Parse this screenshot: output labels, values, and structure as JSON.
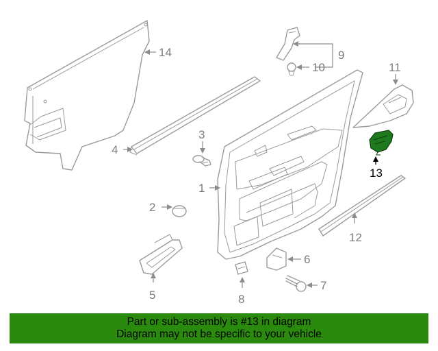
{
  "diagram": {
    "callouts": [
      "1",
      "2",
      "3",
      "4",
      "5",
      "6",
      "7",
      "8",
      "9",
      "10",
      "11",
      "12",
      "13",
      "14"
    ],
    "highlighted_part": "13",
    "highlight_color": "#2a8a0e"
  },
  "banner": {
    "line1": "Part or sub-assembly is #13 in diagram",
    "line2": "Diagram may not be specific to your vehicle"
  }
}
